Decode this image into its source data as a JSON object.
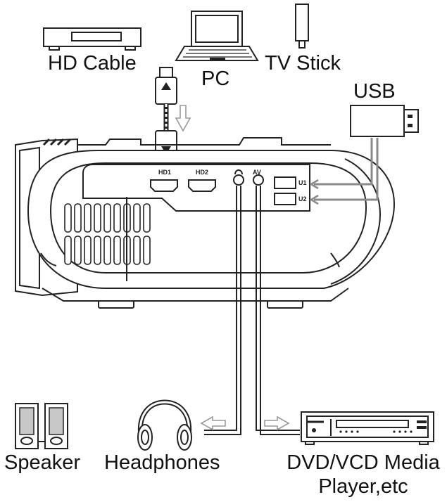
{
  "labels": {
    "hd_cable": "HD Cable",
    "pc": "PC",
    "tv_stick": "TV Stick",
    "usb": "USB",
    "speaker": "Speaker",
    "headphones": "Headphones",
    "dvd_line1": "DVD/VCD Media",
    "dvd_line2": "Player,etc"
  },
  "ports": {
    "hd1": "HD1",
    "hd2": "HD2",
    "av": "AV",
    "u1": "U1",
    "u2": "U2"
  },
  "colors": {
    "line": "#222222",
    "cable_gray": "#8a8a8a",
    "screen_fill": "#c8c8c8"
  }
}
